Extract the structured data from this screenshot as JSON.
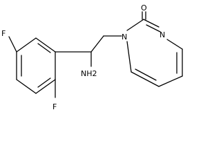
{
  "molecule": {
    "atoms": {
      "fluorine_top": "F",
      "fluorine_bottom": "F",
      "amine": "NH2",
      "oxygen": "O",
      "nitrogen_ring_1": "N",
      "nitrogen_ring_3": "N"
    }
  }
}
